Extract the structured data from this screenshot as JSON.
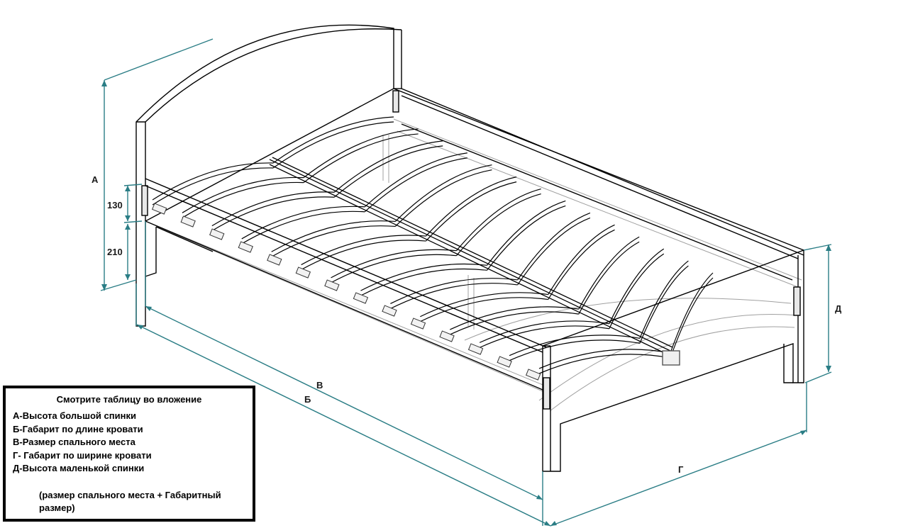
{
  "dimension_labels": {
    "a": "А",
    "b": "Б",
    "v": "В",
    "g": "Г",
    "d": "Д",
    "h130": "130",
    "h210": "210"
  },
  "legend": {
    "title": "Смотрите таблицу во вложение",
    "items": [
      "А-Высота большой спинки",
      "Б-Габарит по длине кровати",
      "В-Размер спального места",
      "Г- Габарит по ширине кровати",
      "Д-Высота маленькой спинки"
    ],
    "note": "(размер спального места + Габаритный размер)"
  },
  "colors": {
    "dimension": "#2a7d85",
    "outline": "#000000",
    "hidden": "#9a9a9a"
  }
}
